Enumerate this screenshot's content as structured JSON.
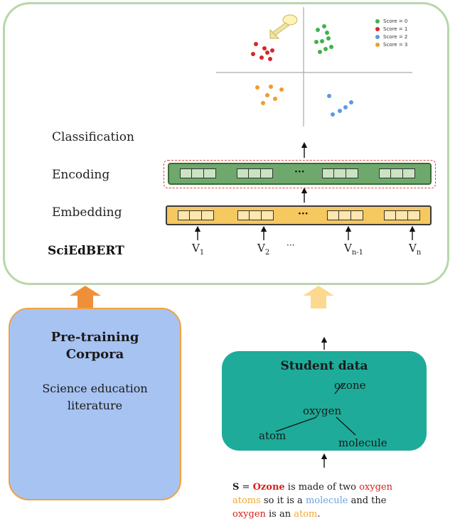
{
  "diagram": {
    "model_name": "SciEdBERT",
    "layers": {
      "classification": "Classification",
      "encoding": "Encoding",
      "embedding": "Embedding"
    },
    "ellipsis": "···",
    "mid_ellipsis": "···",
    "tokens": [
      {
        "base": "V",
        "sub": "1"
      },
      {
        "base": "V",
        "sub": "2"
      },
      {
        "base": "V",
        "sub": "n-1"
      },
      {
        "base": "V",
        "sub": "n"
      }
    ],
    "scatter_legend": [
      {
        "label": "Score = 0",
        "color": "#3fb24a"
      },
      {
        "label": "Score = 1",
        "color": "#d7262a"
      },
      {
        "label": "Score = 2",
        "color": "#5b9be0"
      },
      {
        "label": "Score = 3",
        "color": "#ee9b32"
      }
    ],
    "corpus": {
      "title_line1": "Pre-training",
      "title_line2": "Corpora",
      "body_line1": "Science education",
      "body_line2": "literature"
    },
    "student": {
      "title": "Student data",
      "words": {
        "center": "oxygen",
        "top": "ozone",
        "left": "atom",
        "right": "molecule"
      }
    },
    "sentence": {
      "s": "S",
      "eq": " = ",
      "ozone": "Ozone",
      "p1": " is made of two ",
      "oxygen1": "oxygen",
      "atoms": "atoms",
      "p2": " so it is a ",
      "molecule": "molecule",
      "p3": " and the",
      "oxygen2": "oxygen",
      "p4": " is an ",
      "atom": "atom",
      "p5": "."
    },
    "colors": {
      "panel_border": "#b9d6a9",
      "encoding_fill": "#6fa86c",
      "embedding_fill": "#f5c860",
      "corpus_fill": "#a7c3f2",
      "student_fill": "#1eab9a",
      "arrow_orange": "#ef8f3a",
      "arrow_yellow": "#fbd98e"
    }
  }
}
